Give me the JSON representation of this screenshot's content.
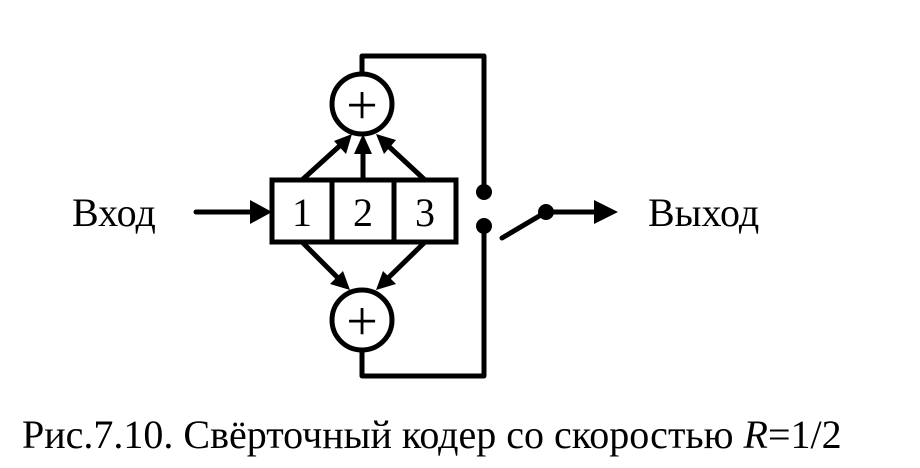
{
  "input_label": "Вход",
  "output_label": "Выход",
  "register_cells": [
    "1",
    "2",
    "3"
  ],
  "adder_symbol": "+",
  "caption": {
    "prefix": "Рис.7.10. Свёрточный кодер со скоростью ",
    "rate_symbol": "R",
    "rate_value": "=1/2"
  }
}
